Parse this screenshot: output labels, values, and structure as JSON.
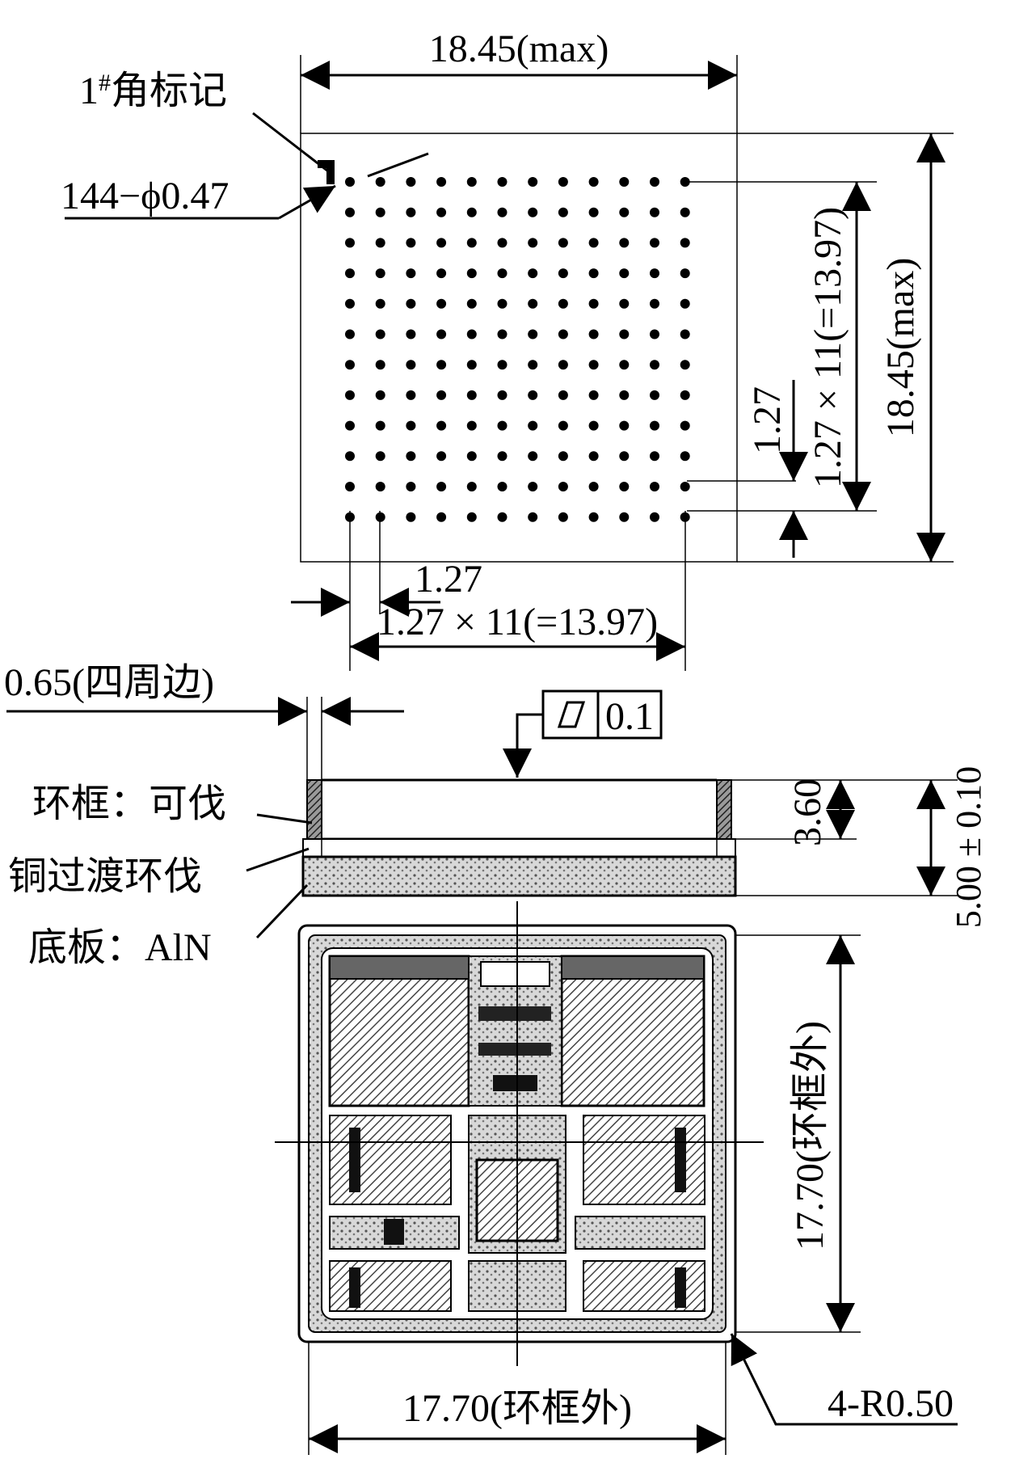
{
  "top_view": {
    "width_label": "18.45(max)",
    "height_label": "18.45(max)",
    "corner_mark_label": "1",
    "corner_mark_sup": "#",
    "corner_mark_suffix": "角标记",
    "pin_label": "144−ϕ0.47",
    "pitch_v_label": "1.27",
    "span_v_label": "1.27 × 11(=13.97)",
    "pitch_h_label": "1.27",
    "span_h_label": "1.27 × 11(=13.97)",
    "grid": {
      "rows": 12,
      "cols": 12
    }
  },
  "side_view": {
    "wall_label": "0.65(四周边)",
    "flatness_value": "0.1",
    "frame_label": "环框：可伐",
    "transition_label": "铜过渡环伐",
    "base_label": "底板：AlN",
    "frame_height_label": "3.60",
    "total_height_label": "5.00 ± 0.10"
  },
  "bottom_view": {
    "height_label": "17.70(环框外)",
    "width_label": "17.70(环框外)",
    "corner_label": "4-R0.50"
  }
}
